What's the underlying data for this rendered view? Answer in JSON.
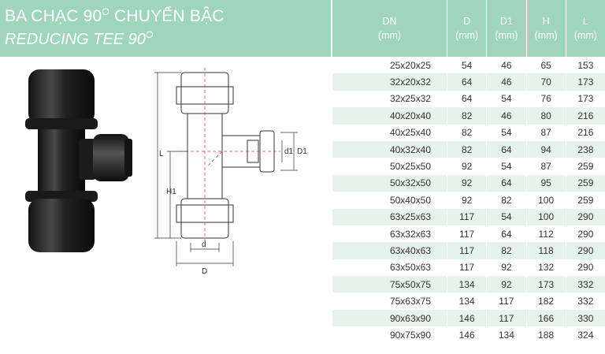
{
  "title": {
    "vi_text": "BA CHẠC 90",
    "vi_suffix": " CHUYỂN BẬC",
    "en_text": "REDUCING TEE 90",
    "degree": "O"
  },
  "drawing_labels": {
    "L": "L",
    "H1": "H1",
    "d1": "d1",
    "D1": "D1",
    "d": "d",
    "D": "D"
  },
  "table": {
    "headers": [
      {
        "name": "DN",
        "unit": "(mm)"
      },
      {
        "name": "D",
        "unit": "(mm)"
      },
      {
        "name": "D1",
        "unit": "(mm)"
      },
      {
        "name": "H",
        "unit": "(mm)"
      },
      {
        "name": "L",
        "unit": "(mm)"
      }
    ],
    "rows": [
      [
        "25x20x25",
        "54",
        "46",
        "65",
        "153"
      ],
      [
        "32x20x32",
        "64",
        "46",
        "70",
        "173"
      ],
      [
        "32x25x32",
        "64",
        "54",
        "76",
        "173"
      ],
      [
        "40x20x40",
        "82",
        "46",
        "80",
        "216"
      ],
      [
        "40x25x40",
        "82",
        "54",
        "87",
        "216"
      ],
      [
        "40x32x40",
        "82",
        "64",
        "94",
        "238"
      ],
      [
        "50x25x50",
        "92",
        "54",
        "87",
        "259"
      ],
      [
        "50x32x50",
        "92",
        "64",
        "95",
        "259"
      ],
      [
        "50x40x50",
        "92",
        "82",
        "100",
        "259"
      ],
      [
        "63x25x63",
        "117",
        "54",
        "100",
        "290"
      ],
      [
        "63x32x63",
        "117",
        "64",
        "112",
        "290"
      ],
      [
        "63x40x63",
        "117",
        "82",
        "118",
        "290"
      ],
      [
        "63x50x63",
        "117",
        "92",
        "132",
        "290"
      ],
      [
        "75x50x75",
        "134",
        "92",
        "173",
        "332"
      ],
      [
        "75x63x75",
        "134",
        "117",
        "182",
        "332"
      ],
      [
        "90x63x90",
        "146",
        "117",
        "166",
        "330"
      ],
      [
        "90x75x90",
        "146",
        "134",
        "188",
        "324"
      ]
    ]
  },
  "colors": {
    "header_bg": "#9fd4bd",
    "row_alt_bg": "#e6f3ec",
    "text": "#333333"
  }
}
